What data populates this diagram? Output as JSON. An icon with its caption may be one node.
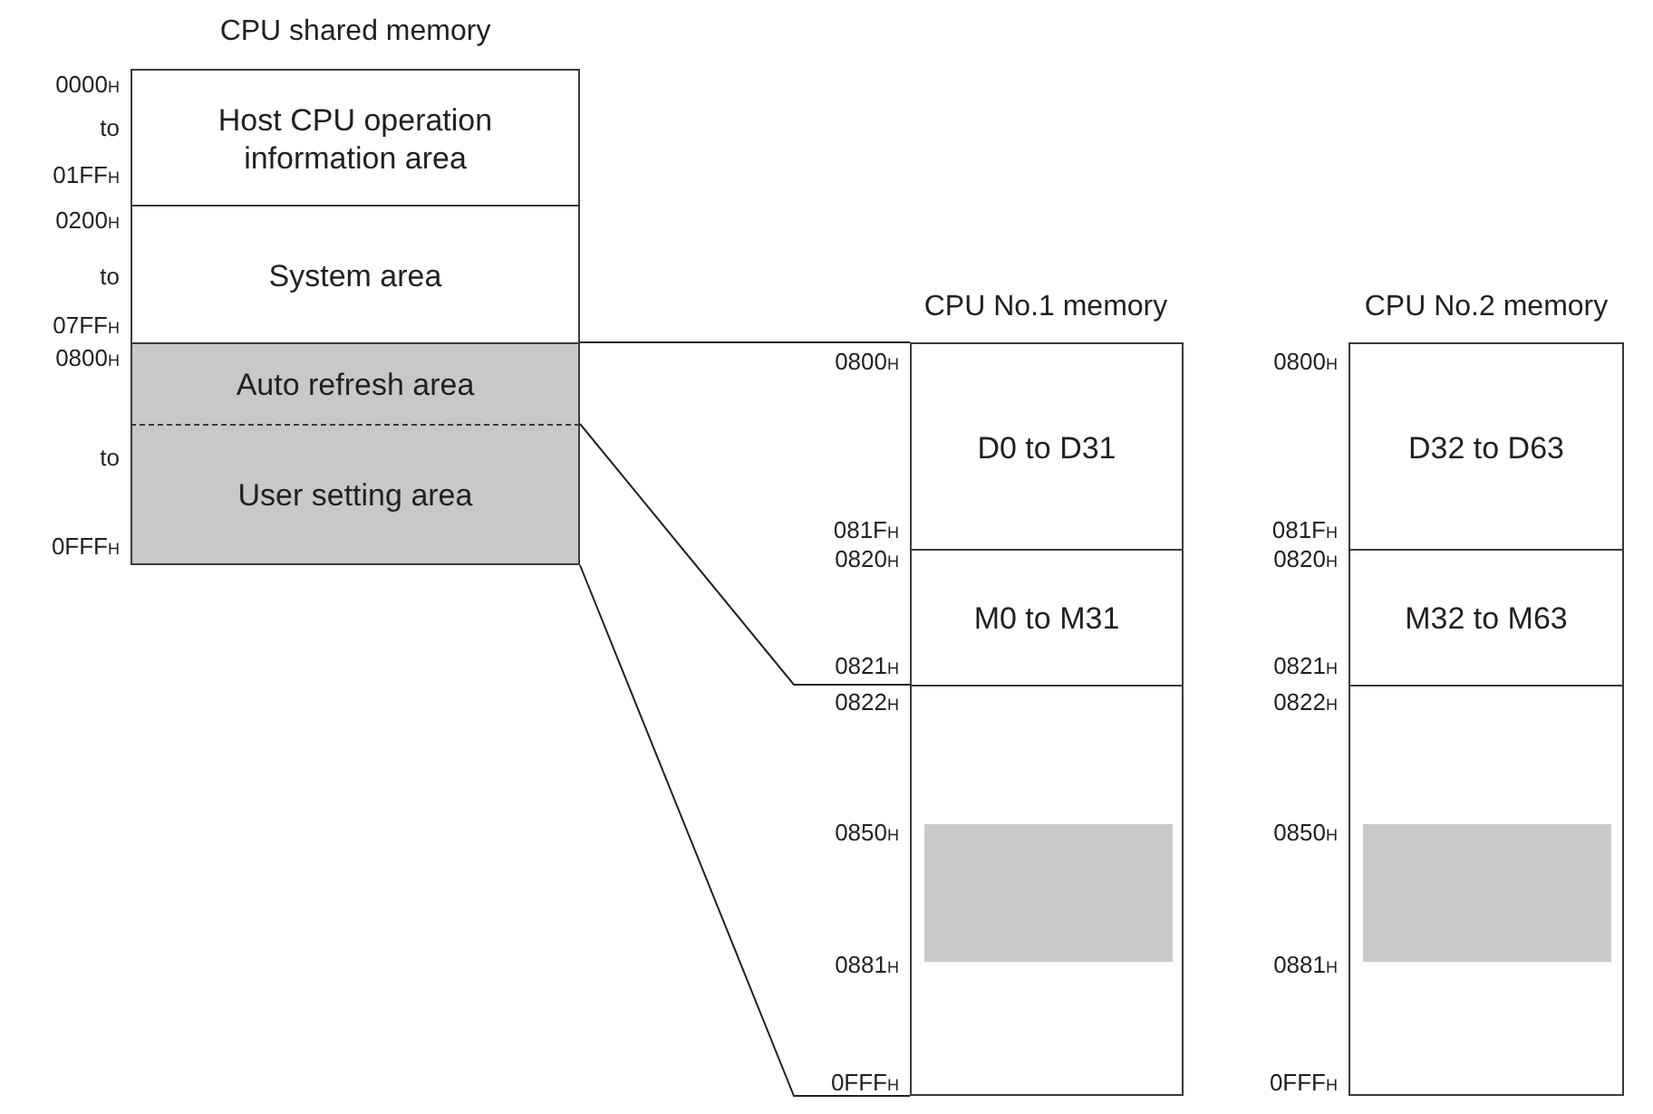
{
  "diagram": {
    "nodes": [
      {
        "text": [
          "CPU shared memory"
        ]
      },
      {
        "text": [
          "Host CPU operation information area"
        ],
        "in": 0,
        "beside": [
          "0000$_{H}$",
          "to",
          "01FF$_{H}$"
        ]
      },
      {
        "text": [
          "System area"
        ],
        "in": 0,
        "beside": [
          "0200$_{H}$",
          "to",
          "07FF$_{H}$"
        ]
      },
      {
        "text": [
          "Auto refresh area"
        ],
        "in": 0,
        "beside": [
          "0800$_{H}$"
        ]
      },
      {
        "text": [
          "User setting area"
        ],
        "in": 0,
        "beside": [
          "to",
          "0FFF$_{H}$"
        ]
      },
      {
        "text": [
          "CPU No.1 memory"
        ]
      },
      {
        "text": [
          "D0 to D31"
        ],
        "in": 5,
        "beside": [
          "0800$_{H}$",
          "081F$_{H}$"
        ]
      },
      {
        "text": [
          "M0 to M31"
        ],
        "in": 5,
        "beside": [
          "0820$_{H}$",
          "0821$_{H}$"
        ]
      },
      {
        "text": [],
        "shape": "box",
        "in": 5,
        "beside": [
          "0822$_{H}$",
          "0FFF$_{H}$"
        ]
      },
      {
        "text": [],
        "shape": "bar",
        "in": 8,
        "beside": [
          "0850$_{H}$",
          "0881$_{H}$"
        ]
      },
      {
        "text": [
          "CPU No.2 memory"
        ]
      },
      {
        "text": [
          "D32 to D63"
        ],
        "in": 10,
        "beside": [
          "0800$_{H}$",
          "081F$_{H}$"
        ]
      },
      {
        "text": [
          "M32 to M63"
        ],
        "in": 10,
        "beside": [
          "0820$_{H}$",
          "0821$_{H}$"
        ]
      },
      {
        "text": [],
        "shape": "box",
        "in": 10,
        "beside": [
          "0822$_{H}$",
          "0FFF$_{H}$"
        ]
      },
      {
        "text": [],
        "shape": "bar",
        "in": 13,
        "beside": [
          "0850$_{H}$",
          "0881$_{H}$"
        ]
      }
    ],
    "edges": [
      {
        "from": 3,
        "to": 6,
        "arrow": "none"
      },
      {
        "from": 3,
        "to": 7,
        "arrow": "none"
      },
      {
        "from": 4,
        "to": 8,
        "arrow": "none"
      }
    ]
  }
}
